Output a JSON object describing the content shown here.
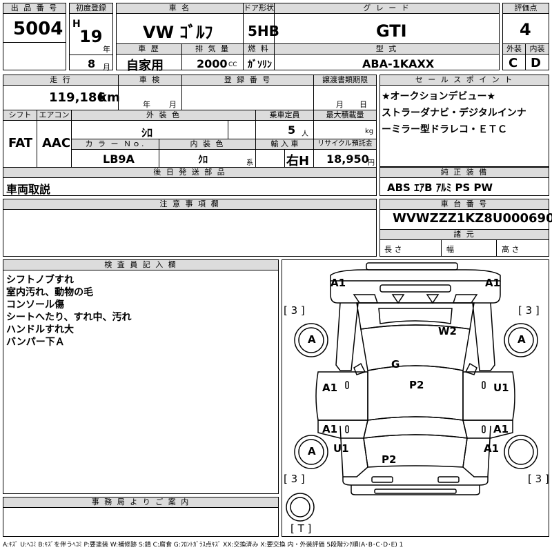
{
  "top": {
    "lot_label": "出 品 番 号",
    "lot_value": "5004",
    "first_reg_label": "初度登録",
    "era": "H",
    "year_value": "19",
    "year_unit": "年",
    "month_value": "8",
    "month_unit": "月",
    "name_label": "車 名",
    "name_value": "VW ｺﾞﾙﾌ",
    "door_label": "ドア形状",
    "door_value": "5HB",
    "grade_label": "グ レ ー ド",
    "grade_value": "GTI",
    "score_label": "評価点",
    "score_value": "4",
    "history_label": "車 歴",
    "history_value": "自家用",
    "displacement_label": "排 気 量",
    "displacement_value": "2000",
    "displacement_unit": "CC",
    "fuel_label": "燃 料",
    "fuel_value": "ｶﾞｿﾘﾝ",
    "model_label": "型 式",
    "model_value": "ABA-1KAXX",
    "exterior_label": "外装",
    "exterior_value": "C",
    "interior_label": "内装",
    "interior_value": "D"
  },
  "mid": {
    "mileage_label": "走 行",
    "mileage_value": "119,186",
    "mileage_unit": "km",
    "inspection_label": "車 検",
    "insp_year_unit": "年",
    "insp_month_unit": "月",
    "regno_label": "登 録 番 号",
    "transfer_label": "譲渡書類期限",
    "transfer_month_unit": "月",
    "transfer_day_unit": "日",
    "shift_label": "シフト",
    "shift_value": "FAT",
    "ac_label": "エアコン",
    "ac_value": "AAC",
    "color_label": "外 装 色",
    "color_value": "ｼﾛ",
    "capacity_label": "乗車定員",
    "capacity_value": "5",
    "capacity_unit": "人",
    "load_label": "最大積載量",
    "load_unit": "kg",
    "colorno_label": "カ ラ ー Ｎｏ.",
    "colorno_value": "LB9A",
    "intcolor_label": "内 装 色",
    "intcolor_value": "ｸﾛ",
    "intcolor_unit": "系",
    "import_label": "輸 入 車",
    "import_value": "右H",
    "recycle_label": "リサイクル預託金",
    "recycle_value": "18,950",
    "recycle_unit": "円",
    "later_label": "後 日 発 送 部 品",
    "later_value": "車両取説"
  },
  "sales": {
    "label": "セ ー ル ス ポ イ ン ト",
    "lines": [
      "★オークションデビュー★",
      "ストラーダナビ・デジタルインナ",
      "ーミラー型ドラレコ・ＥＴＣ"
    ]
  },
  "equipment": {
    "label": "純 正 装 備",
    "value": "ABS ｴｱB ｱﾙﾐ PS PW"
  },
  "notes": {
    "label": "注 意 事 項 欄"
  },
  "chassis": {
    "label": "車 台 番 号",
    "value": "WVWZZZ1KZ8U000690",
    "dims_label": "諸 元",
    "length_label": "長 さ",
    "width_label": "幅",
    "height_label": "高 さ"
  },
  "inspector": {
    "label": "検 査 員 記 入 欄",
    "lines": [
      "シフトノブすれ",
      "室内汚れ、動物の毛",
      "コンソール傷",
      "シートへたり、すれ中、汚れ",
      "ハンドルすれ大",
      "バンパー下Ａ"
    ]
  },
  "office": {
    "label": "事 務 局 よ り ご 案 内"
  },
  "diagram": {
    "marks": {
      "front_left": "A1",
      "front_right": "A1",
      "tire_fl": "A",
      "tire_fr": "A",
      "tire_rl": "A",
      "windshield": "W2",
      "hood": "G",
      "roof": "P2",
      "door_fl": "A1",
      "door_fr": "U1",
      "door_rl": "A1",
      "door_rr": "A1",
      "quarter_l": "U1",
      "quarter_r": "A1",
      "trunk": "P2"
    },
    "tread": {
      "fl": "[ 3 ]",
      "fr": "[ 3 ]",
      "rl": "[ 3 ]",
      "rr": "[ 3 ]",
      "spare": "[ T ]"
    }
  },
  "legend": "A:ｷｽﾞ U:ﾍｺﾐ B:ｷｽﾞを伴うﾍｺﾐ P:要塗装 W:補修跡 S:錆 C:腐食 G:ﾌﾛﾝﾄｶﾞﾗｽ点ｷｽﾞ XX:交換済み X:要交換 内・外装評価 5段階ﾗﾝｸ順(A･B･C･D･E) 1"
}
